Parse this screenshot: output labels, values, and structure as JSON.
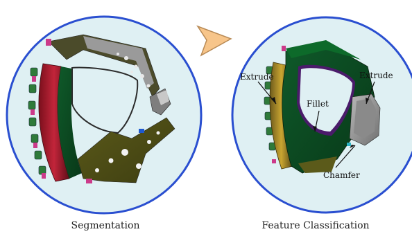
{
  "figure": {
    "left_panel": {
      "caption": "Segmentation"
    },
    "right_panel": {
      "caption": "Feature Classification",
      "annotations": {
        "extrude_left": "Extrude",
        "extrude_right": "Extrude",
        "fillet": "Fillet",
        "chamfer": "Chamfer"
      }
    },
    "colors": {
      "circle_fill": "#dff0f3",
      "circle_stroke": "#2a4fd0",
      "arrow_fill": "#f7c58a",
      "arrow_stroke": "#b88a55"
    }
  }
}
